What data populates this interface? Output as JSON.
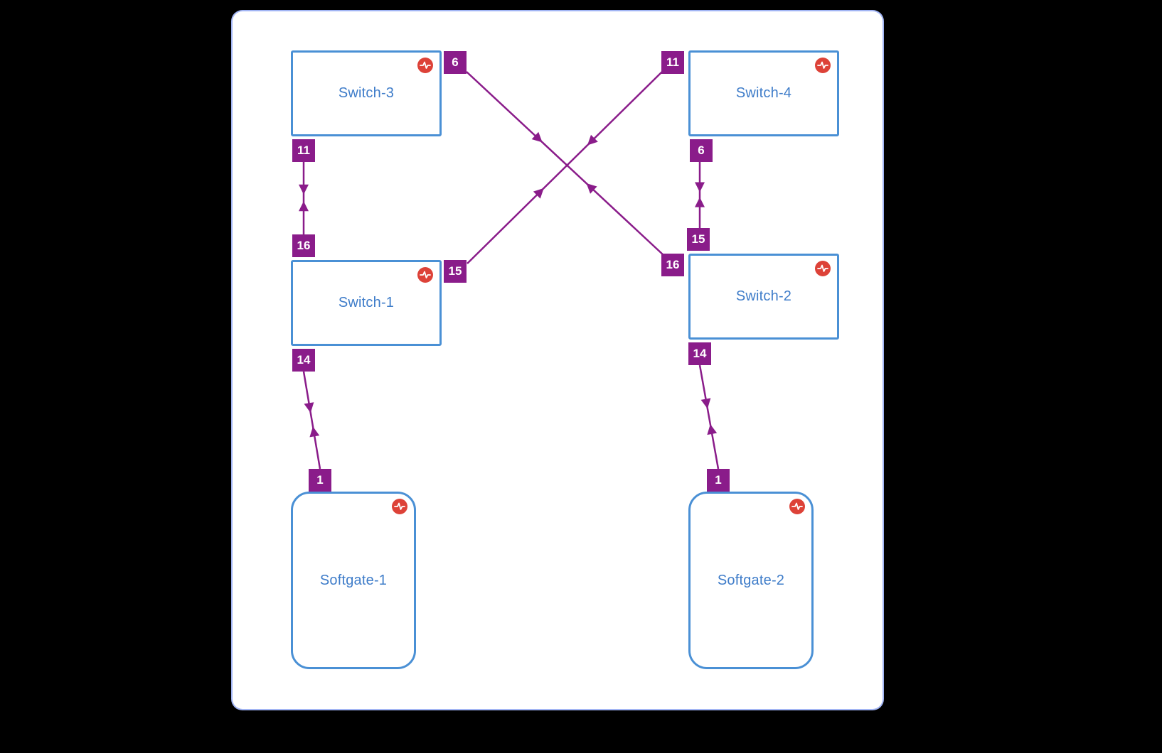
{
  "canvas": {
    "background": "#000000",
    "surface": "#ffffff"
  },
  "colors": {
    "node_border": "#4a90d5",
    "node_label": "#3e7cc9",
    "port_bg": "#8a1c8a",
    "link": "#8a1c8a",
    "status_icon": "#dd4238"
  },
  "nodes": [
    {
      "id": "switch-3",
      "label": "Switch-3",
      "type": "switch"
    },
    {
      "id": "switch-4",
      "label": "Switch-4",
      "type": "switch"
    },
    {
      "id": "switch-1",
      "label": "Switch-1",
      "type": "switch"
    },
    {
      "id": "switch-2",
      "label": "Switch-2",
      "type": "switch"
    },
    {
      "id": "softgate-1",
      "label": "Softgate-1",
      "type": "softgate"
    },
    {
      "id": "softgate-2",
      "label": "Softgate-2",
      "type": "softgate"
    }
  ],
  "ports": [
    {
      "node": "switch-3",
      "number": "6"
    },
    {
      "node": "switch-3",
      "number": "11"
    },
    {
      "node": "switch-1",
      "number": "16"
    },
    {
      "node": "switch-1",
      "number": "15"
    },
    {
      "node": "switch-1",
      "number": "14"
    },
    {
      "node": "softgate-1",
      "number": "1"
    },
    {
      "node": "switch-4",
      "number": "11"
    },
    {
      "node": "switch-4",
      "number": "6"
    },
    {
      "node": "switch-2",
      "number": "15"
    },
    {
      "node": "switch-2",
      "number": "16"
    },
    {
      "node": "switch-2",
      "number": "14"
    },
    {
      "node": "softgate-2",
      "number": "1"
    }
  ],
  "edges": [
    {
      "source": "switch-3",
      "source_port": "6",
      "target": "switch-2",
      "target_port": "16"
    },
    {
      "source": "switch-4",
      "source_port": "11",
      "target": "switch-1",
      "target_port": "15"
    },
    {
      "source": "switch-3",
      "source_port": "11",
      "target": "switch-1",
      "target_port": "16"
    },
    {
      "source": "switch-4",
      "source_port": "6",
      "target": "switch-2",
      "target_port": "15"
    },
    {
      "source": "switch-1",
      "source_port": "14",
      "target": "softgate-1",
      "target_port": "1"
    },
    {
      "source": "switch-2",
      "source_port": "14",
      "target": "softgate-2",
      "target_port": "1"
    }
  ]
}
